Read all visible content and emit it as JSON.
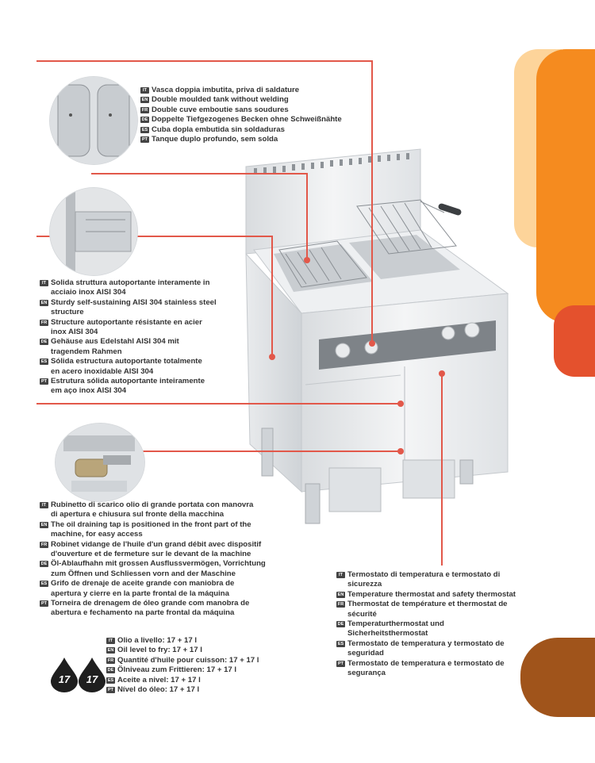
{
  "colors": {
    "accent_line": "#e2584a",
    "band_light": "#fdd49a",
    "band_orange": "#f58b1f",
    "band_red": "#e4512d",
    "brown_tab": "#a0541b"
  },
  "features": {
    "tank": {
      "it": "Vasca doppia imbutita, priva di saldature",
      "en": "Double moulded tank without welding",
      "fr": "Double cuve emboutie sans soudures",
      "de": "Doppelte Tiefgezogenes Becken ohne Schweißnähte",
      "es": "Cuba dopla embutida sin soldaduras",
      "pt": "Tanque duplo profundo, sem solda"
    },
    "structure": {
      "it_1": "Solida struttura autoportante interamente in",
      "it_2": "acciaio inox AISI 304",
      "en": "Sturdy self-sustaining AISI 304 stainless steel structure",
      "fr_1": "Structure autoportante résistante en acier",
      "fr_2": "inox AISI 304",
      "de_1": "Gehäuse aus Edelstahl AISI 304 mit",
      "de_2": "tragendem Rahmen",
      "es_1": "Sólida estructura autoportante totalmente",
      "es_2": "en acero inoxidable AISI 304",
      "pt_1": "Estrutura sólida autoportante inteiramente",
      "pt_2": "em aço inox AISI 304"
    },
    "tap": {
      "it_1": "Rubinetto di scarico olio di grande portata con manovra",
      "it_2": "di apertura e chiusura sul fronte della macchina",
      "en_1": "The oil draining tap is positioned in the front part of the",
      "en_2": "machine, for easy access",
      "fr_1": "Robinet vidange de l'huile d'un grand débit avec dispositif",
      "fr_2": "d'ouverture et de fermeture sur le devant de la machine",
      "de_1": "Öl-Ablaufhahn mit grossen Ausflussvermögen, Vorrichtung",
      "de_2": "zum Öffnen und Schliessen vorn and der Maschine",
      "es_1": "Grifo de drenaje de aceite grande con maniobra de",
      "es_2": "apertura y cierre en la parte frontal de la máquina",
      "pt_1": "Torneira de drenagem de óleo grande com manobra de",
      "pt_2": "abertura e fechamento na parte frontal da máquina"
    },
    "thermostat": {
      "it": "Termostato di temperatura e termostato di sicurezza",
      "en": "Temperature thermostat and safety thermostat",
      "fr": "Thermostat de température et thermostat de sécurité",
      "de": "Temperaturthermostat und Sicherheitsthermostat",
      "es": "Termostato de temperatura y termostato de seguridad",
      "pt": "Termostato de temperatura e termostato de segurança"
    },
    "oil": {
      "it": "Olio a livello: 17 + 17 l",
      "en": "Oil level to fry: 17 + 17 l",
      "fr": "Quantité d'huile pour cuisson: 17 + 17 l",
      "de": "Ölniveau zum Frittieren: 17 + 17 l",
      "es": "Aceite a nivel: 17 + 17 l",
      "pt": "Nível do óleo: 17 + 17 l"
    }
  },
  "drops": {
    "left": "17",
    "right": "17"
  },
  "icons": {
    "flag_it": "IT",
    "flag_en": "EN",
    "flag_fr": "FR",
    "flag_de": "DE",
    "flag_es": "ES",
    "flag_pt": "PT",
    "oil_drop": "oil-drop-icon"
  }
}
